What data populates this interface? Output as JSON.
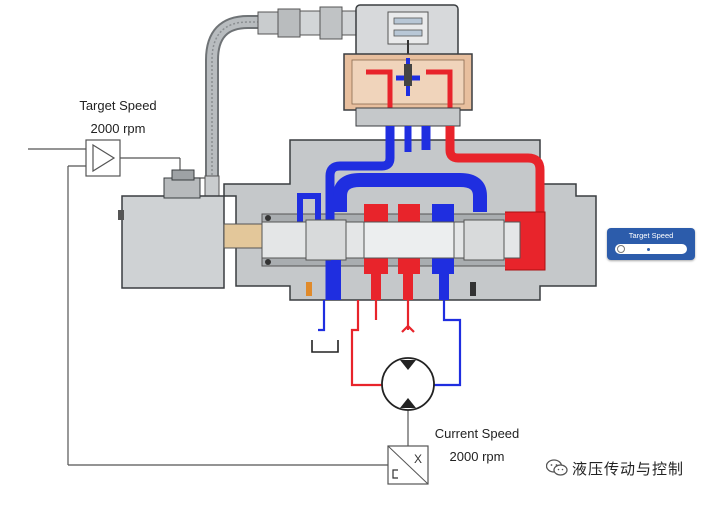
{
  "target_speed": {
    "label": "Target Speed",
    "value": "2000 rpm"
  },
  "current_speed": {
    "label": "Current Speed",
    "value": "2000 rpm"
  },
  "speed_widget": {
    "title": "Target Speed",
    "slider_level": 0.45
  },
  "feedback_block": {
    "symbol": "X"
  },
  "watermark": {
    "text": "液压传动与控制",
    "icon": "wechat-icon"
  },
  "colors": {
    "pressure": "#e8242b",
    "tank": "#1f2ee0",
    "body": "#c5c8ca",
    "body_dark": "#8f9396",
    "outline": "#3a3d40",
    "widget": "#2c5cab",
    "motor_housing": "#cfd2d4",
    "cable": "#b8bcbf"
  }
}
